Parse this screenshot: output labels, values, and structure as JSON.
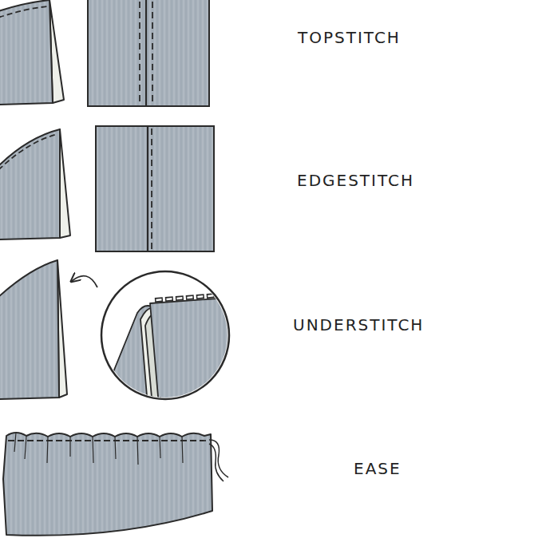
{
  "diagram": {
    "labels": [
      "TOPSTITCH",
      "EDGESTITCH",
      "UNDERSTITCH",
      "EASE"
    ]
  }
}
